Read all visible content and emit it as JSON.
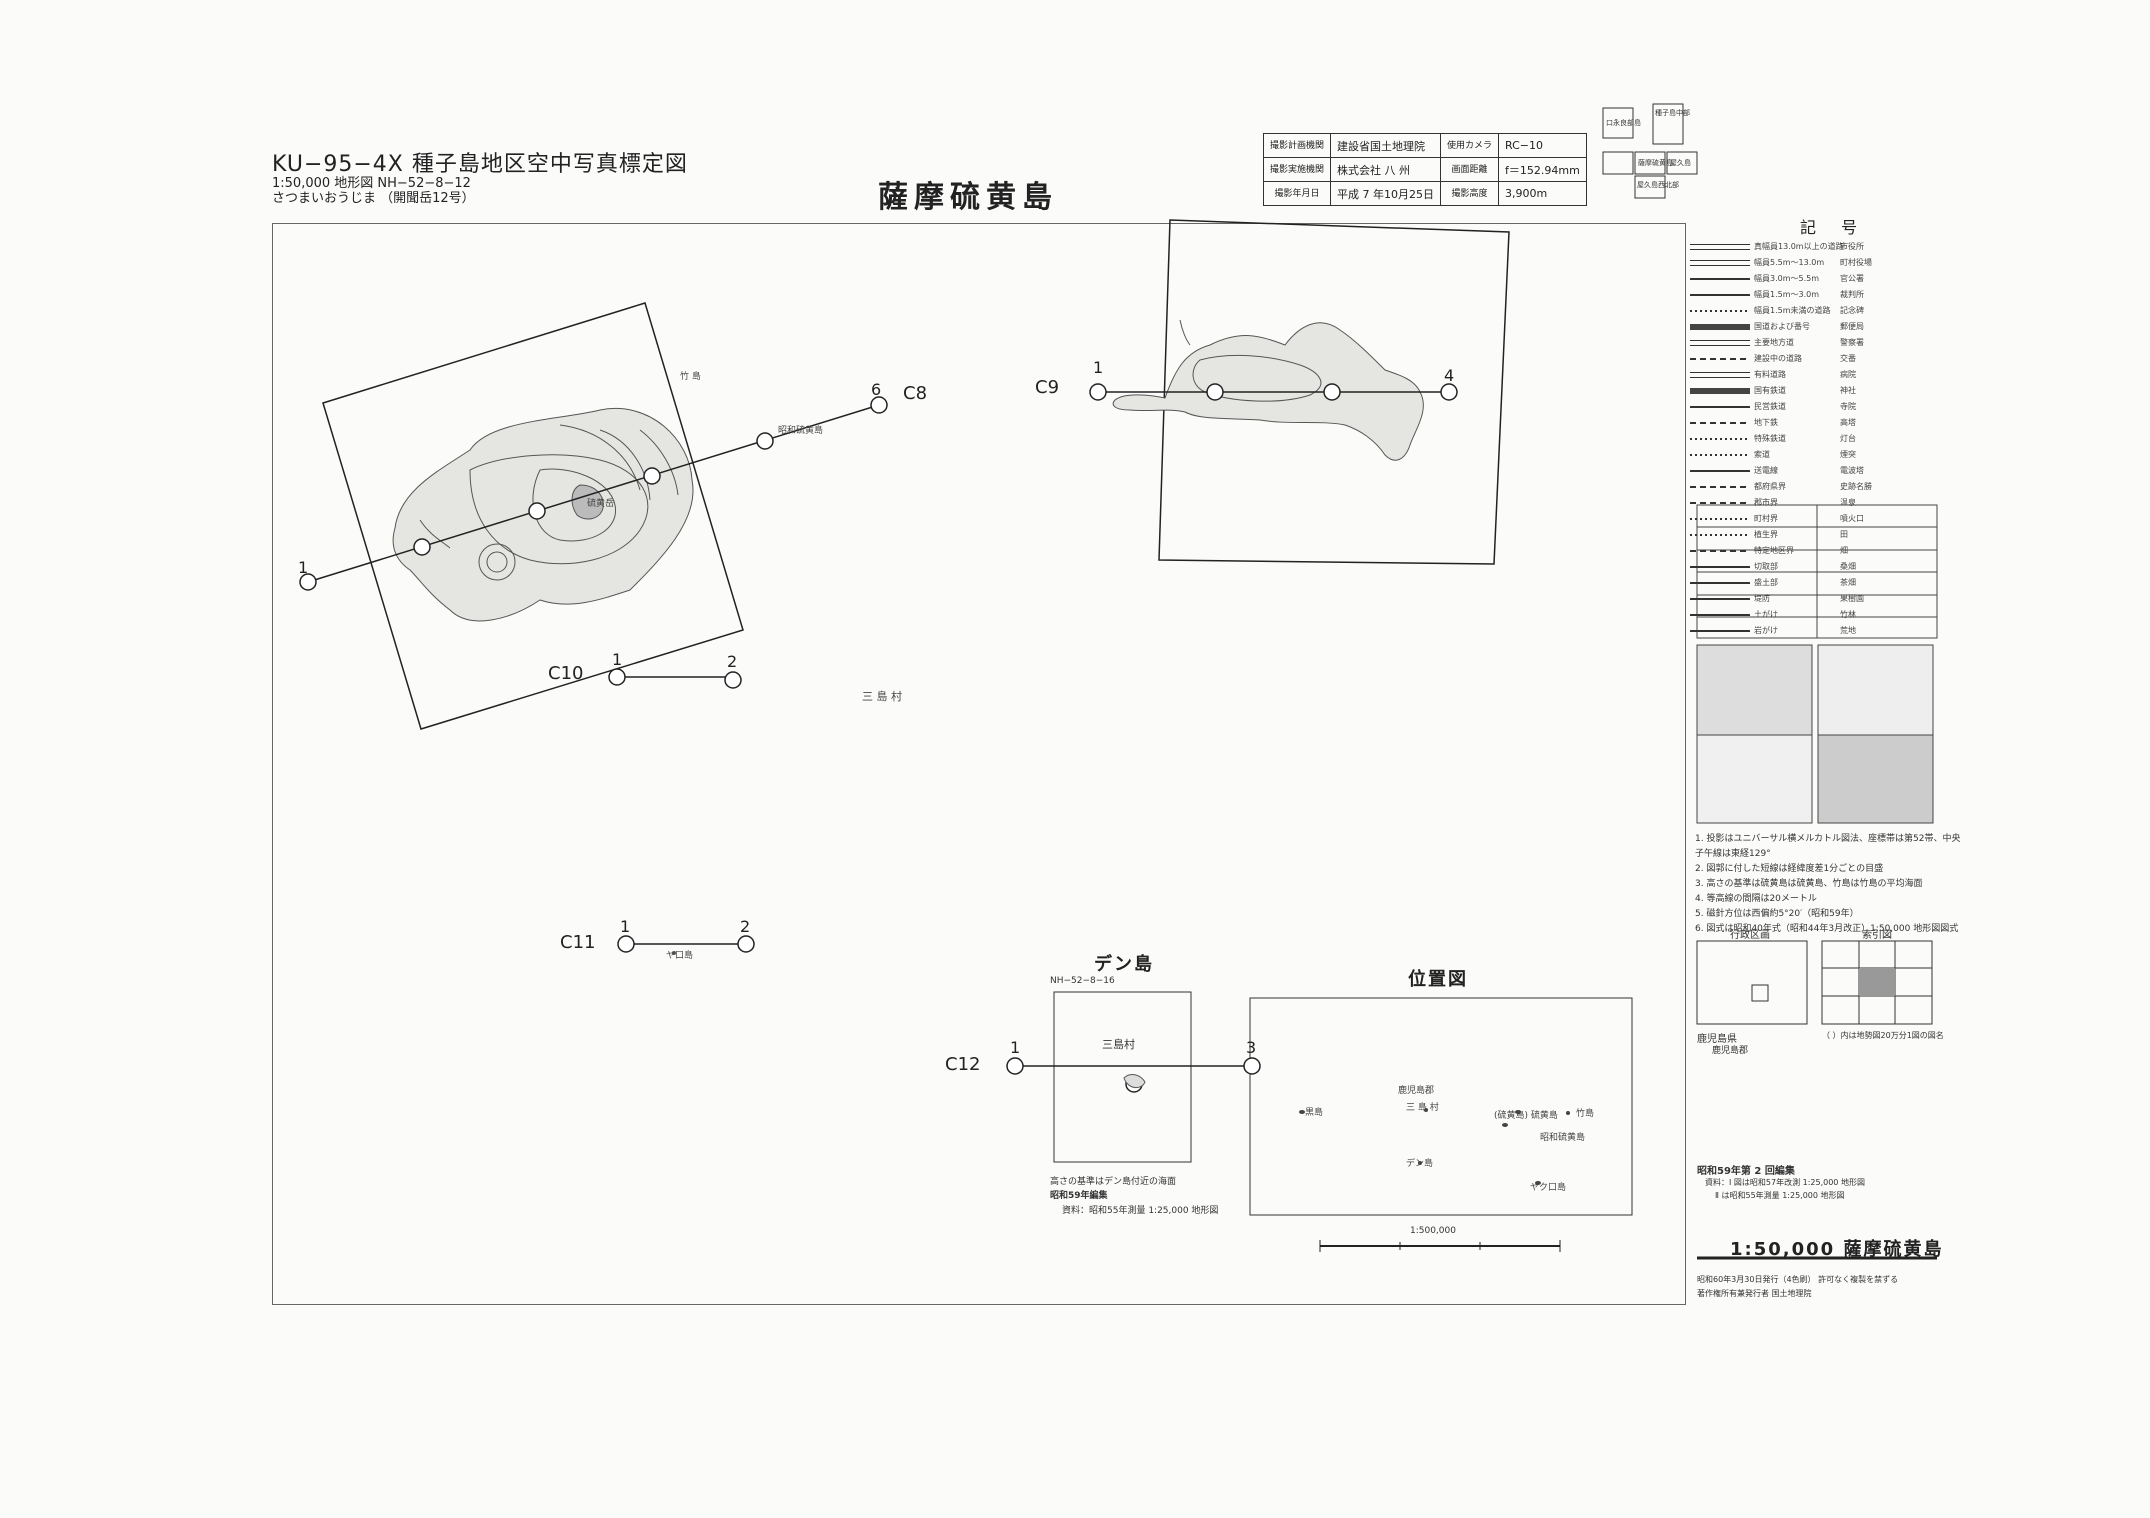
{
  "header": {
    "code_title": "KU−95−4X  種子島地区空中写真標定図",
    "sub_line1": "1:50,000 地形図   NH−52−8−12",
    "sub_line2": "さつまいおうじま     （開聞岳12号）",
    "sheet_name": "薩摩硫黄島"
  },
  "photo_info": {
    "rows": [
      {
        "l1": "撮影計画機関",
        "v1": "建設省国土地理院",
        "l2": "使用カメラ",
        "v2": "RC−10"
      },
      {
        "l1": "撮影実施機関",
        "v1": "株式会社 八 州",
        "l2": "画面距離",
        "v2": "f＝152.94mm"
      },
      {
        "l1": "撮影年月日",
        "v1": "平成 7 年10月25日",
        "l2": "撮影高度",
        "v2": "3,900m"
      }
    ]
  },
  "index_boxes": [
    "種子島中部",
    "屋久島",
    "薩摩硫黄島",
    "口永良部島",
    "屋久島西北部"
  ],
  "legend": {
    "title": "記 号",
    "rows": [
      {
        "t": "真幅員13.0m以上の道路",
        "r": "市役所"
      },
      {
        "t": "幅員5.5m〜13.0m",
        "r": "町村役場"
      },
      {
        "t": "幅員3.0m〜5.5m",
        "r": "官公署"
      },
      {
        "t": "幅員1.5m〜3.0m",
        "r": "裁判所"
      },
      {
        "t": "幅員1.5m未満の道路",
        "r": "記念碑"
      },
      {
        "t": "国道および番号",
        "r": "郵便局"
      },
      {
        "t": "主要地方道",
        "r": "警察署"
      },
      {
        "t": "建設中の道路",
        "r": "交番"
      },
      {
        "t": "有料道路",
        "r": "病院"
      },
      {
        "t": "国有鉄道",
        "r": "神社"
      },
      {
        "t": "民営鉄道",
        "r": "寺院"
      },
      {
        "t": "地下鉄",
        "r": "高塔"
      },
      {
        "t": "特殊鉄道",
        "r": "灯台"
      },
      {
        "t": "索道",
        "r": "煙突"
      },
      {
        "t": "送電線",
        "r": "電波塔"
      },
      {
        "t": "都府県界",
        "r": "史跡名勝"
      },
      {
        "t": "郡市界",
        "r": "温泉"
      },
      {
        "t": "町村界",
        "r": "噴火口"
      },
      {
        "t": "植生界",
        "r": "田"
      },
      {
        "t": "特定地区界",
        "r": "畑"
      },
      {
        "t": "切取部",
        "r": "桑畑"
      },
      {
        "t": "盛土部",
        "r": "茶畑"
      },
      {
        "t": "堤防",
        "r": "果樹園"
      },
      {
        "t": "土がけ",
        "r": "竹林"
      },
      {
        "t": "岩がけ",
        "r": "荒地"
      }
    ]
  },
  "notes": [
    "1. 投影はユニバーサル横メルカトル図法、座標帯は第52帯、中央",
    "   子午線は東経129°",
    "2. 図郭に付した短線は経緯度差1分ごとの目盛",
    "3. 高さの基準は硫黄島は硫黄島、竹島は竹島の平均海面",
    "4. 等高線の間隔は20メートル",
    "5. 磁針方位は西偏約5°20′（昭和59年）",
    "6. 図式は昭和40年式（昭和44年3月改正）1:50,000 地形図図式"
  ],
  "admin_index": {
    "left_title": "行政区画",
    "right_title": "索引図",
    "left_caption1": "鹿児島県",
    "left_caption2": "鹿児島郡",
    "right_caption": "（ ）内は地勢図20万分1図の図名"
  },
  "edition": {
    "line1": "昭和59年第 2 回編集",
    "line2": "資料：Ⅰ 図は昭和57年改測 1:25,000 地形図",
    "line3": "Ⅱ は昭和55年測量 1:25,000 地形図"
  },
  "bottom": {
    "title": "1:50,000 薩摩硫黄島",
    "pub1": "昭和60年3月30日発行（4色刷）   許可なく複製を禁ずる",
    "pub2": "著作権所有兼発行者        国土地理院"
  },
  "strips": {
    "c8": "C8",
    "c9": "C9",
    "c10": "C10",
    "c11": "C11",
    "c12": "C12",
    "p_c8_start": "1",
    "p_c8_end": "6",
    "p_c9_start": "1",
    "p_c9_end": "4",
    "p_c10_start": "1",
    "p_c10_end": "2",
    "p_c11_start": "1",
    "p_c11_end": "2",
    "p_c12_start": "1",
    "p_c12_end": "3"
  },
  "map_labels": {
    "village": "三 島 村",
    "showa_iwo": "昭和硫黄島",
    "takeshima": "竹 島",
    "iwo_dake": "硫黄岳",
    "yako": "ヤ口島"
  },
  "den_inset": {
    "title": "デン島",
    "code": "NH−52−8−16",
    "village": "三島村",
    "note1": "高さの基準はデン島付近の海面",
    "note2": "昭和59年編集",
    "note3": "資料：昭和55年測量 1:25,000 地形図"
  },
  "location_inset": {
    "title": "位置図",
    "scale": "1:500,000",
    "labels": [
      {
        "id": "kagoshima",
        "text": "鹿児島郡"
      },
      {
        "id": "mishima",
        "text": "三 島 村"
      },
      {
        "id": "kuroshima",
        "text": "黒島"
      },
      {
        "id": "iwo",
        "text": "(硫黄島) 硫黄島"
      },
      {
        "id": "take",
        "text": "竹島"
      },
      {
        "id": "showa",
        "text": "昭和硫黄島"
      },
      {
        "id": "den",
        "text": "デン島"
      },
      {
        "id": "yakuguchi",
        "text": "ヤク口島"
      }
    ]
  }
}
